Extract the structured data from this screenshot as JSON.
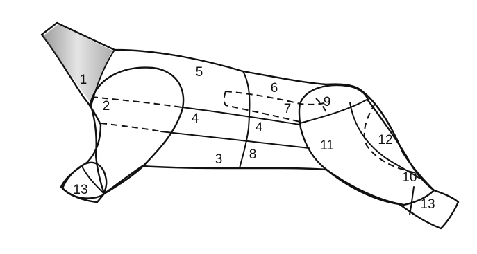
{
  "diagram": {
    "regions": [
      {
        "id": "r1",
        "label": "1"
      },
      {
        "id": "r2",
        "label": "2"
      },
      {
        "id": "r3",
        "label": "3"
      },
      {
        "id": "r4a",
        "label": "4"
      },
      {
        "id": "r4b",
        "label": "4"
      },
      {
        "id": "r5",
        "label": "5"
      },
      {
        "id": "r6",
        "label": "6"
      },
      {
        "id": "r7",
        "label": "7"
      },
      {
        "id": "r8",
        "label": "8"
      },
      {
        "id": "r9",
        "label": "9"
      },
      {
        "id": "r10",
        "label": "10"
      },
      {
        "id": "r11",
        "label": "11"
      },
      {
        "id": "r12",
        "label": "12"
      },
      {
        "id": "r13a",
        "label": "13"
      },
      {
        "id": "r13b",
        "label": "13"
      }
    ],
    "colors": {
      "body_light": "#f2f2f2",
      "body_mid": "#bdbdbd",
      "body_dark": "#4a4a4a",
      "outline": "#111111"
    }
  }
}
